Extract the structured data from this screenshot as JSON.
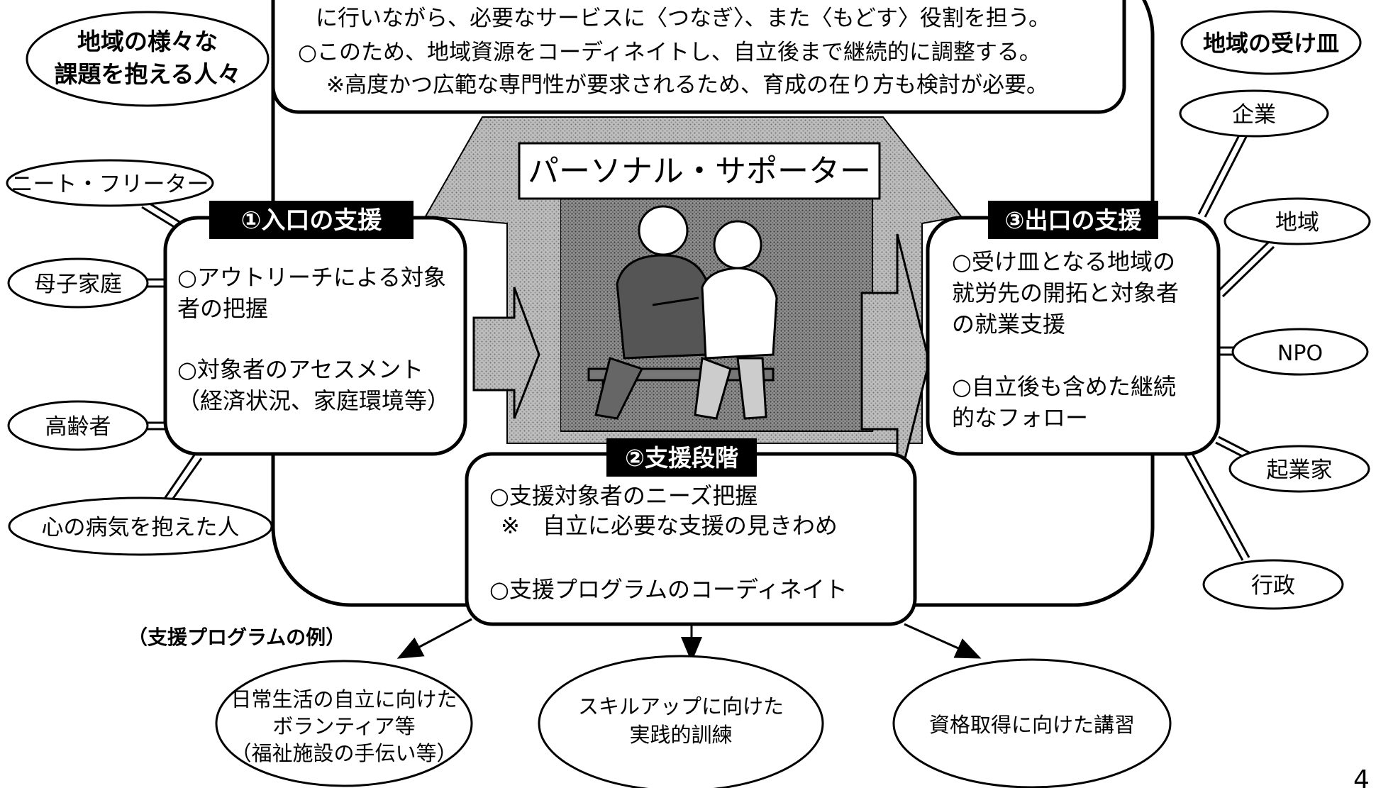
{
  "top_box": {
    "line1": "に行いながら、必要なサービスに〈つなぎ〉、また〈もどす〉役割を担う。",
    "line2": "○このため、地域資源をコーディネイトし、自立後まで継続的に調整する。",
    "line3": "※高度かつ広範な専門性が要求されるため、育成の在り方も検討が必要。"
  },
  "left_group": {
    "title_line1": "地域の様々な",
    "title_line2": "課題を抱える人々",
    "items": [
      "ニート・フリーター",
      "母子家庭",
      "高齢者",
      "心の病気を抱えた人"
    ]
  },
  "right_group": {
    "title": "地域の受け皿",
    "items": [
      "企業",
      "地域",
      "NPO",
      "起業家",
      "行政"
    ]
  },
  "center": {
    "title": "パーソナル・サポーター"
  },
  "entrance": {
    "header": "①入口の支援",
    "lines": [
      "○アウトリーチによる対象",
      "者の把握",
      "○対象者のアセスメント",
      "（経済状況、家庭環境等）"
    ]
  },
  "exit": {
    "header": "③出口の支援",
    "lines": [
      "○受け皿となる地域の",
      "就労先の開拓と対象者",
      "の就業支援",
      "○自立後も含めた継続",
      "的なフォロー"
    ]
  },
  "support": {
    "header": "②支援段階",
    "lines": [
      "○支援対象者のニーズ把握",
      "※　自立に必要な支援の見きわめ",
      "○支援プログラムのコーディネイト"
    ]
  },
  "programs": {
    "label": "（支援プログラムの例）",
    "items": [
      {
        "lines": [
          "日常生活の自立に向けた",
          "ボランティア等",
          "（福祉施設の手伝い等）"
        ]
      },
      {
        "lines": [
          "スキルアップに向けた",
          "実践的訓練"
        ]
      },
      {
        "lines": [
          "資格取得に向けた講習"
        ]
      }
    ]
  },
  "page_number": "4"
}
